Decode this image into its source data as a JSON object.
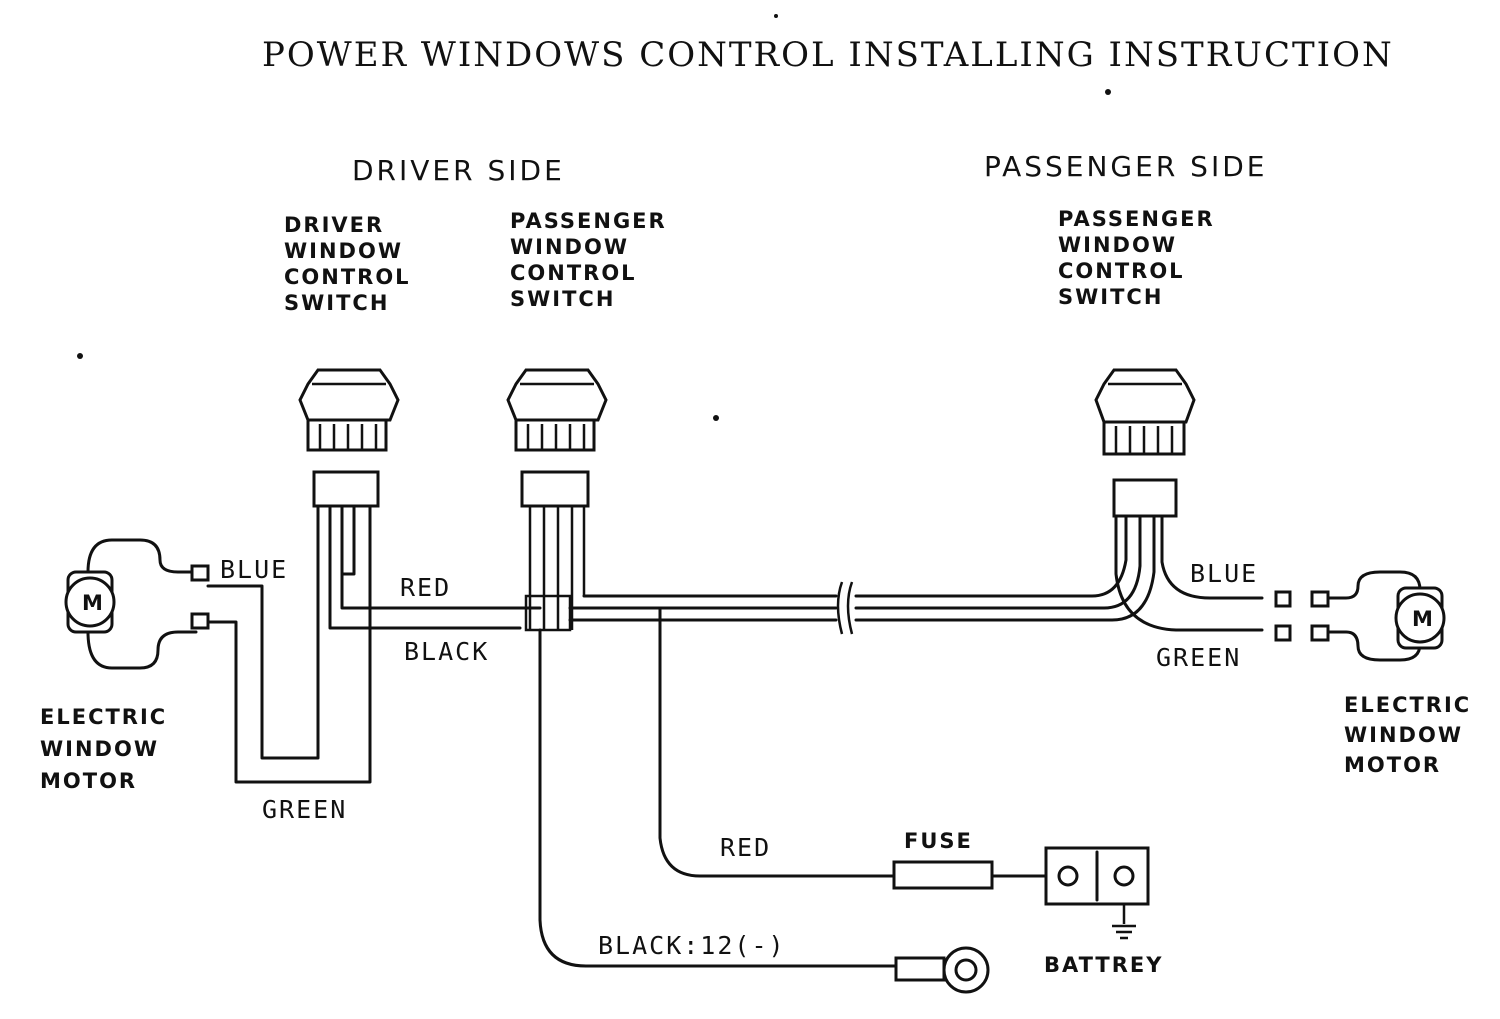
{
  "title": "POWER WINDOWS CONTROL INSTALLING INSTRUCTION",
  "sections": {
    "driver_side": "DRIVER SIDE",
    "passenger_side": "PASSENGER SIDE"
  },
  "switches": {
    "driver_window": [
      "DRIVER",
      "WINDOW",
      "CONTROL",
      "SWITCH"
    ],
    "passenger_window_driver_side": [
      "PASSENGER",
      "WINDOW",
      "CONTROL",
      "SWITCH"
    ],
    "passenger_window_passenger_side": [
      "PASSENGER",
      "WINDOW",
      "CONTROL",
      "SWITCH"
    ]
  },
  "motors": {
    "left": [
      "ELECTRIC",
      "WINDOW",
      "MOTOR"
    ],
    "right": [
      "ELECTRIC",
      "WINDOW",
      "MOTOR"
    ],
    "symbol": "M"
  },
  "wires": {
    "blue_left": "BLUE",
    "red_main": "RED",
    "black_main": "BLACK",
    "green_left": "GREEN",
    "blue_right": "BLUE",
    "green_right": "GREEN",
    "red_fuse": "RED",
    "black_ground": "BLACK:12(-)"
  },
  "components": {
    "fuse": "FUSE",
    "battery": "BATTREY"
  }
}
